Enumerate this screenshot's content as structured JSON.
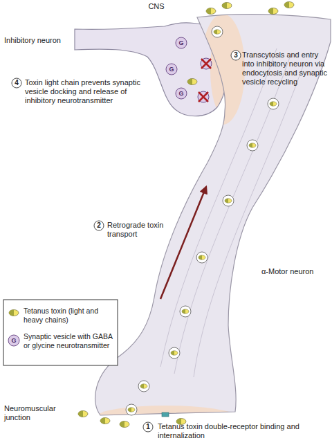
{
  "diagram": {
    "nodes": [
      {
        "text": [
          "Inhibitory neuron"
        ]
      },
      {
        "text": [
          "α-Motor neuron"
        ]
      }
    ],
    "labels": [
      "CNS",
      "3",
      "Transcytosis and entry into inhibitory neuron via endocytosis and synaptic vesicle recycling",
      "G",
      "G",
      "4",
      "Toxin light chain prevents synaptic vesicle docking and release of inhibitory neurotransmitter",
      "G",
      "2",
      "Retrograde toxin transport",
      "G",
      "Neuromuscular junction",
      "1",
      "Tetanus toxin double-receptor binding and internalization"
    ],
    "legend": [
      {
        "text": "Tetanus toxin (light and heavy chains)"
      },
      {
        "text": "Synaptic vesicle with GABA or glycine neurotransmitter"
      }
    ]
  }
}
